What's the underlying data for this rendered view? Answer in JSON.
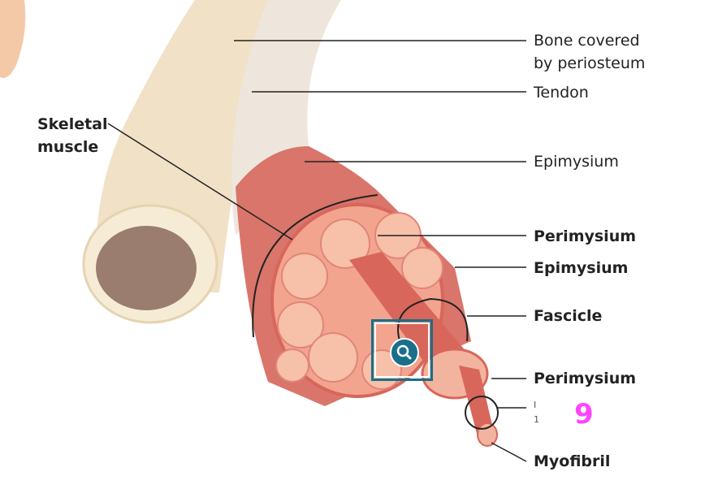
{
  "labels": {
    "skeletal_muscle": "Skeletal\nmuscle",
    "bone": "Bone covered\nby periosteum",
    "tendon": "Tendon",
    "epimysium_top": "Epimysium",
    "perimysium_1": "Perimysium",
    "epimysium_2": "Epimysium",
    "fascicle": "Fascicle",
    "perimysium_2": "Perimysium",
    "hidden_label": "I\n1",
    "myofibril": "Myofibril"
  },
  "marker": "9",
  "zoom_button": {
    "icon": "magnifier-icon"
  },
  "colors": {
    "accent": "#1a6f8a",
    "marker": "#ff44ff",
    "muscle": "#d9665c",
    "bone": "#f3e4cc"
  }
}
